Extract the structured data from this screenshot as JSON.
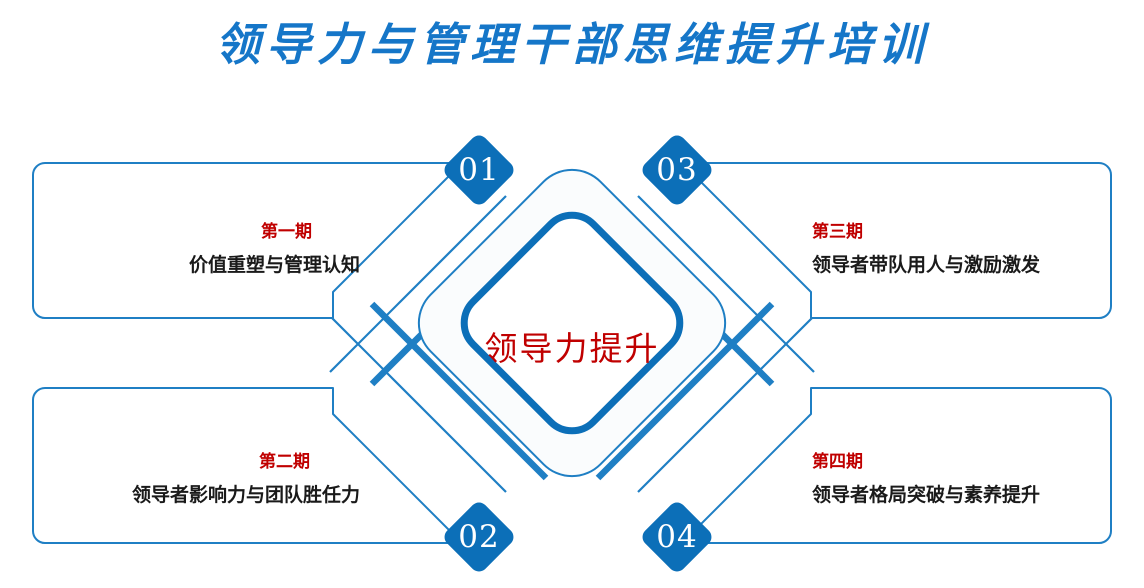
{
  "header": {
    "title": "领导力与管理干部思维提升培训",
    "title_color": "#1576c8"
  },
  "hub": {
    "label": "领导力提升",
    "label_color": "#c00000",
    "ring_color": "#0c6fb8"
  },
  "theme": {
    "badge_fill": "#0c6fb8",
    "badge_text": "#ffffff",
    "card_stroke": "#1f7fc4",
    "accent_line": "#1f7fc4",
    "phase_label_color": "#c00000",
    "phase_title_color": "#1a1a1a",
    "page_background": "#ffffff"
  },
  "cards": [
    {
      "badge": "01",
      "phase": "第一期",
      "title": "价值重塑与管理认知",
      "position": "top-left"
    },
    {
      "badge": "02",
      "phase": "第二期",
      "title": "领导者影响力与团队胜任力",
      "position": "bottom-left"
    },
    {
      "badge": "03",
      "phase": "第三期",
      "title": "领导者带队用人与激励激发",
      "position": "top-right"
    },
    {
      "badge": "04",
      "phase": "第四期",
      "title": "领导者格局突破与素养提升",
      "position": "bottom-right"
    }
  ]
}
